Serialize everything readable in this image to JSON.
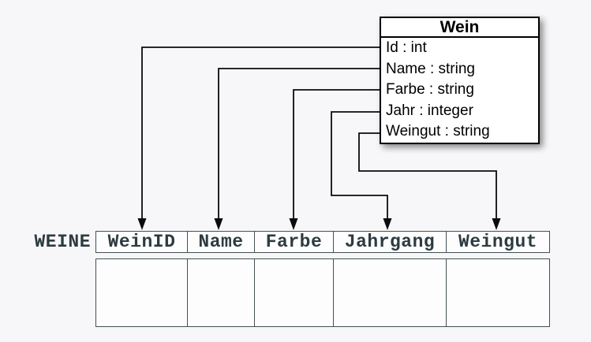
{
  "class_box": {
    "title": "Wein",
    "attributes": [
      "Id : int",
      "Name : string",
      "Farbe : string",
      "Jahr : integer",
      "Weingut : string"
    ]
  },
  "table": {
    "label": "WEINE",
    "columns": [
      "WeinID",
      "Name",
      "Farbe",
      "Jahrgang",
      "Weingut"
    ],
    "body_rows": [
      [
        "",
        "",
        "",
        "",
        ""
      ]
    ]
  },
  "mappings": [
    {
      "from": "Id",
      "to": "WeinID"
    },
    {
      "from": "Name",
      "to": "Name"
    },
    {
      "from": "Farbe",
      "to": "Farbe"
    },
    {
      "from": "Jahr",
      "to": "Jahrgang"
    },
    {
      "from": "Weingut",
      "to": "Weingut"
    }
  ],
  "colors": {
    "background": "#f7f7f9",
    "connector": "#0b0b0b",
    "box_border": "#000000",
    "box_fill": "#ffffff",
    "table_border": "#44504f",
    "table_text": "#2d3b40"
  }
}
